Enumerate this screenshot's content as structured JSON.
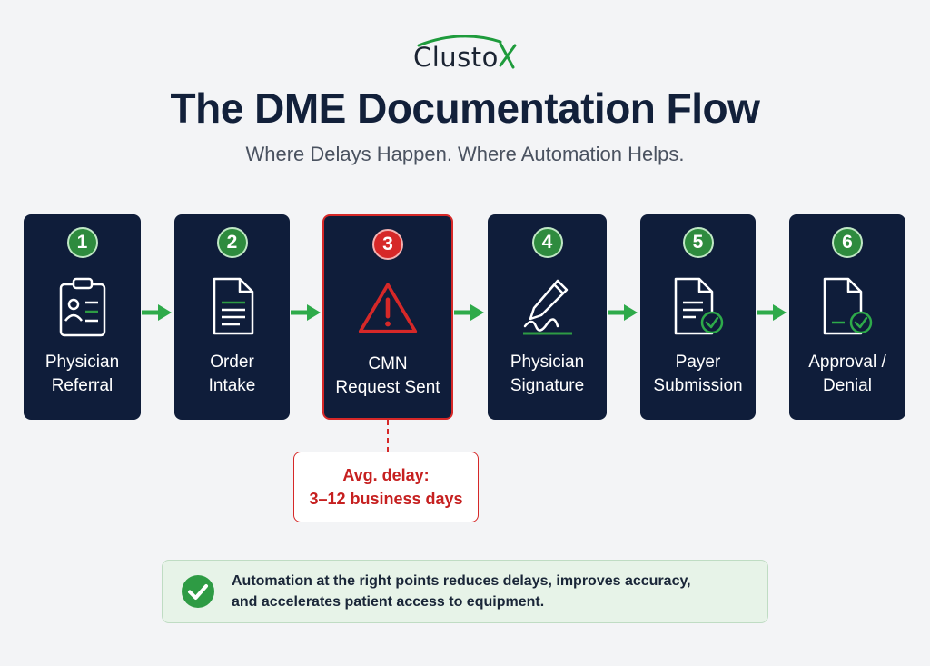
{
  "brand": {
    "name": "Clusto",
    "mark": "X"
  },
  "title": "The DME Documentation Flow",
  "subtitle": "Where Delays Happen. Where Automation Helps.",
  "steps": [
    {
      "num": "1",
      "label": "Physician\nReferral",
      "icon": "clipboard-person-icon"
    },
    {
      "num": "2",
      "label": "Order\nIntake",
      "icon": "document-icon"
    },
    {
      "num": "3",
      "label": "CMN\nRequest Sent",
      "icon": "warning-triangle-icon"
    },
    {
      "num": "4",
      "label": "Physician\nSignature",
      "icon": "pen-signature-icon"
    },
    {
      "num": "5",
      "label": "Payer\nSubmission",
      "icon": "document-check-icon"
    },
    {
      "num": "6",
      "label": "Approval /\nDenial",
      "icon": "document-check-icon"
    }
  ],
  "delay": {
    "line1": "Avg. delay:",
    "line2": "3–12 business days"
  },
  "note": {
    "text": "Automation at the right points reduces delays, improves accuracy,\nand accelerates patient access to equipment."
  },
  "colors": {
    "card": "#0f1d3a",
    "green": "#2e8b3e",
    "red": "#d62828",
    "background": "#f3f4f6"
  }
}
